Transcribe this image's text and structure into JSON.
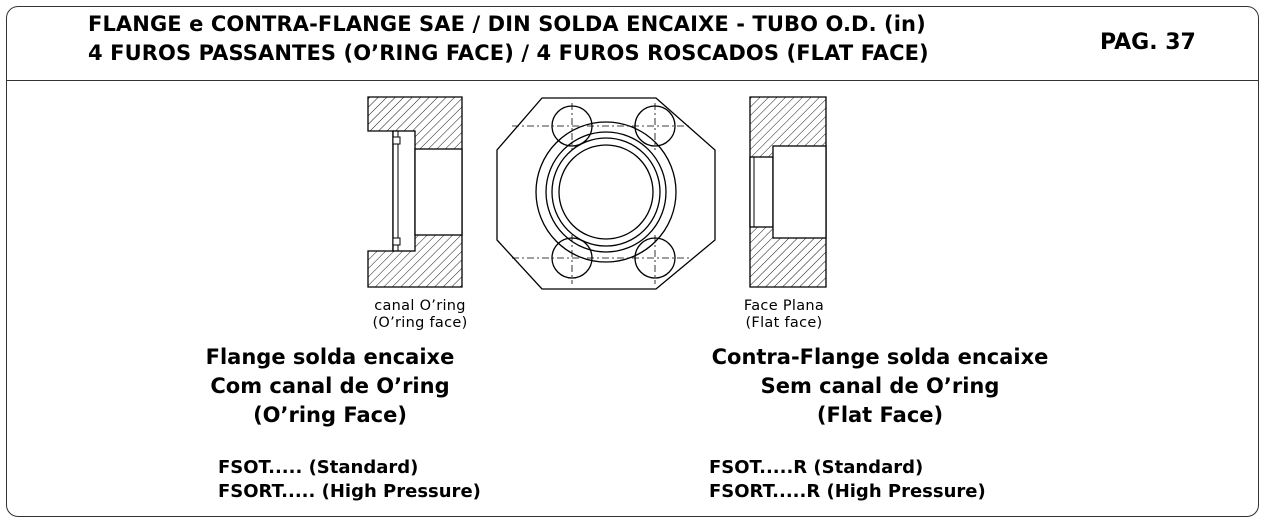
{
  "header": {
    "title_line1": "FLANGE e CONTRA-FLANGE SAE / DIN  SOLDA ENCAIXE - TUBO O.D. (in)",
    "title_line2": "4 FUROS PASSANTES (O’RING FACE) / 4 FUROS ROSCADOS (FLAT FACE)",
    "page": "PAG. 37"
  },
  "left": {
    "caption_line1": "canal O’ring",
    "caption_line2": "(O’ring face)",
    "heading_line1": "Flange solda encaixe",
    "heading_line2": "Com canal de O’ring",
    "heading_line3": "(O’ring Face)",
    "code_line1": "FSOT.....  (Standard)",
    "code_line2": "FSORT.....  (High Pressure)"
  },
  "right": {
    "caption_line1": "Face Plana",
    "caption_line2": "(Flat face)",
    "heading_line1": "Contra-Flange solda encaixe",
    "heading_line2": "Sem canal de O’ring",
    "heading_line3": "(Flat Face)",
    "code_line1": "FSOT.....R  (Standard)",
    "code_line2": "FSORT.....R  (High Pressure)"
  }
}
